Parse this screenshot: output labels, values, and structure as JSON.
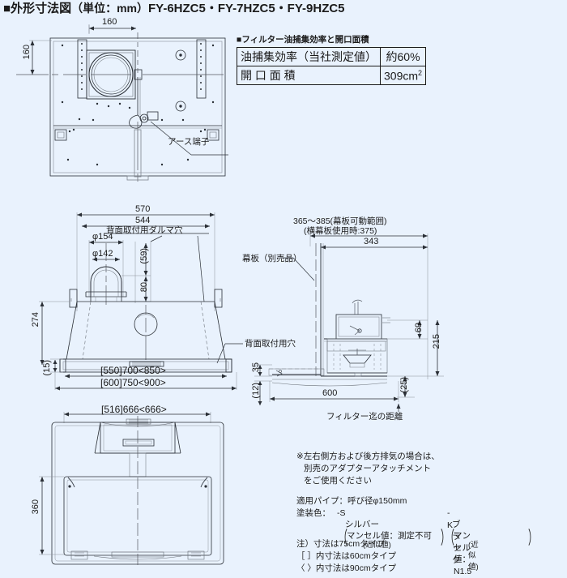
{
  "title": {
    "marker": "■",
    "main": "外形寸法図",
    "unit": "（単位：mm）",
    "models": "FY-6HZC5・FY-7HZC5・FY-9HZC5"
  },
  "filter_table": {
    "heading_marker": "■",
    "heading": "フィルター油捕集効率と開口面積",
    "rows": [
      {
        "label": "油捕集効率（当社測定値）",
        "value": "約60%"
      },
      {
        "label": "開 口 面 積",
        "value": "309cm2",
        "value_sup": "2",
        "value_base": "309cm"
      }
    ]
  },
  "top_view": {
    "dim_width_160": "160",
    "dim_height_160": "160",
    "label_earth": "アース端子"
  },
  "front_view": {
    "dim_570": "570",
    "dim_544": "544",
    "dim_phi154": "φ154",
    "dim_phi142": "φ142",
    "dim_59": "(59)",
    "dim_80": "80",
    "dim_274": "274",
    "dim_15": "(15)",
    "label_daruma": "背面取付用ダルマ穴",
    "label_hole": "背面取付用穴",
    "dim_width_inner": "[550]700<850>",
    "dim_width_outer": "[600]750<900>"
  },
  "side_view": {
    "dim_range": "365〜385(幕板可動範囲)",
    "dim_range_sub": "(横幕板使用時:375)",
    "dim_343": "343",
    "dim_69": "69",
    "dim_215": "215",
    "dim_25": "(25)",
    "dim_35": "35",
    "dim_12": "(12)",
    "dim_600": "600",
    "label_makuita": "幕板（別売品）",
    "label_filter_distance": "フィルター迄の距離"
  },
  "bottom_view": {
    "dim_width": "[516]666<666>",
    "dim_360": "360"
  },
  "notes": {
    "exhaust": [
      "※左右側方および後方排気の場合は、",
      "別売のアダプターアタッチメント",
      "をご使用ください"
    ],
    "pipe": "適用パイプ：呼び径φ150mm",
    "paint_label": "塗装色：",
    "color_s": {
      "code": "-S",
      "name": "シルバー",
      "munsell": "マンセル値：測定不可",
      "approx": "(近似値)"
    },
    "color_k": {
      "code": "-K",
      "name": "ブラック",
      "munsell": "マンセル値：N1.5",
      "approx": "(近似値)"
    },
    "legend": [
      "注）寸法は75cmタイプ",
      "［ ］内寸法は60cmタイプ",
      "〈 〉内寸法は90cmタイプ"
    ]
  },
  "colors": {
    "background": "#e9f2fd",
    "line": "#2a2f36",
    "text": "#1a1a1a"
  }
}
